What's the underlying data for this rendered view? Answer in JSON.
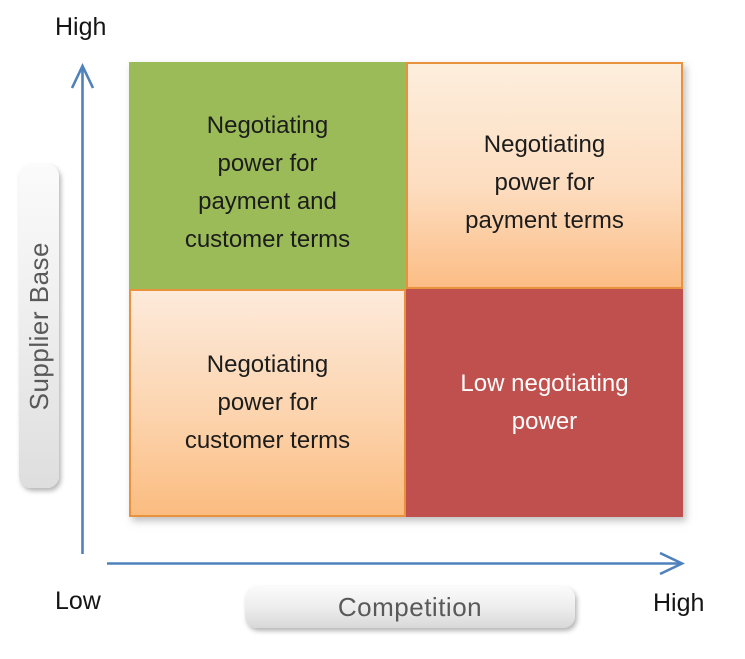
{
  "diagram": {
    "title_semantic": "Supplier negotiating power 2x2 matrix",
    "y_axis": {
      "label": "Supplier Base",
      "high_label": "High",
      "low_label": "Low"
    },
    "x_axis": {
      "label": "Competition",
      "low_label": "Low",
      "high_label": "High"
    },
    "quadrants": [
      {
        "position": "top-left",
        "supplier_base": "High",
        "competition": "Low",
        "text": "Negotiating\npower for\npayment and\ncustomer terms",
        "fill": "#9bbb59",
        "text_color": "#1c1c1c"
      },
      {
        "position": "top-right",
        "supplier_base": "High",
        "competition": "High",
        "text": "Negotiating\npower for\npayment terms",
        "fill_gradient_top": "#fdeedd",
        "fill_gradient_bottom": "#fcbd85",
        "border_color": "#e8923e",
        "text_color": "#1c1c1c"
      },
      {
        "position": "bottom-left",
        "supplier_base": "Low",
        "competition": "Low",
        "text": "Negotiating\npower for\ncustomer terms",
        "fill_gradient_top": "#fdeadb",
        "fill_gradient_bottom": "#fbbc80",
        "border_color": "#e8923e",
        "text_color": "#1c1c1c"
      },
      {
        "position": "bottom-right",
        "supplier_base": "Low",
        "competition": "High",
        "text": "Low negotiating\npower",
        "fill": "#c0504d",
        "text_color": "#fdfdfd"
      }
    ],
    "colors": {
      "axis_arrow": "#4f81bd",
      "pill_text": "#595959",
      "pill_background_light": "#fbfbfb",
      "pill_background_dark": "#d8d8d8",
      "quadrant_green": "#9bbb59",
      "quadrant_red": "#c0504d",
      "quadrant_peach_light": "#fdeedd",
      "quadrant_peach_dark": "#fbbc80",
      "quadrant_orange_border": "#e8923e"
    }
  }
}
